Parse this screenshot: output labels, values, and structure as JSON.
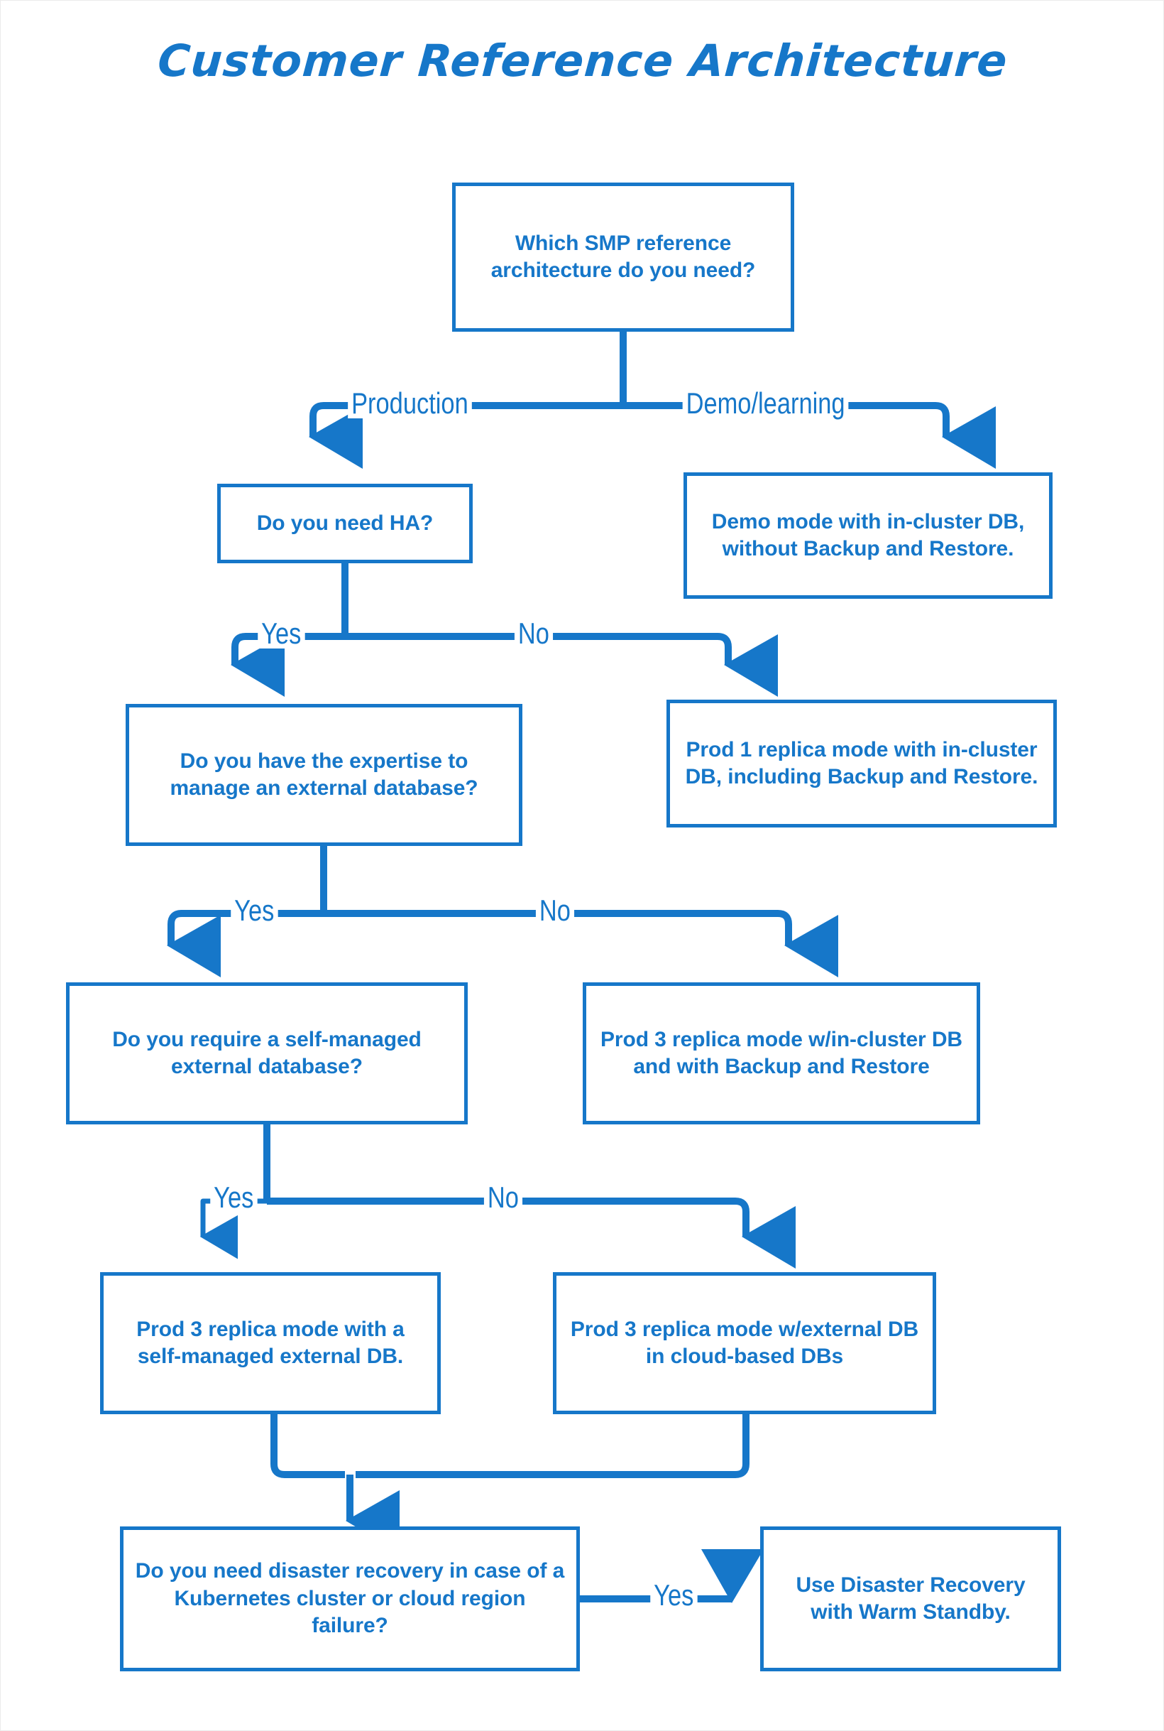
{
  "title": "Customer Reference Architecture",
  "colors": {
    "accent": "#1677c9",
    "background": "#ffffff",
    "canvas_border": "#ebebeb"
  },
  "nodes": {
    "root": "Which SMP reference architecture do you need?",
    "demo_mode": "Demo mode with in-cluster DB, without Backup and Restore.",
    "need_ha": "Do you need HA?",
    "prod1": "Prod 1 replica mode with in-cluster DB, including Backup and Restore.",
    "expertise": "Do you have the expertise to manage an external database?",
    "prod3_incluster": "Prod 3 replica mode w/in-cluster DB and with Backup and Restore",
    "self_managed_q": "Do you require a self-managed external database?",
    "prod3_selfmanaged": "Prod 3 replica mode with a self-managed external DB.",
    "prod3_cloud": "Prod 3 replica mode w/external DB in cloud-based DBs",
    "disaster_recovery_q": "Do you need disaster recovery in case of a Kubernetes cluster or cloud region failure?",
    "warm_standby": "Use Disaster Recovery with Warm Standby."
  },
  "edge_labels": {
    "production": "Production",
    "demo_learning": "Demo/learning",
    "ha_yes": "Yes",
    "ha_no": "No",
    "expertise_yes": "Yes",
    "expertise_no": "No",
    "selfmanaged_yes": "Yes",
    "selfmanaged_no": "No",
    "dr_yes": "Yes"
  },
  "chart_data": {
    "type": "flowchart",
    "title": "Customer Reference Architecture",
    "orientation": "top-down",
    "nodes": [
      {
        "id": "root",
        "kind": "decision",
        "label": "Which SMP reference architecture do you need?"
      },
      {
        "id": "demo_mode",
        "kind": "terminal",
        "label": "Demo mode with in-cluster DB, without Backup and Restore."
      },
      {
        "id": "need_ha",
        "kind": "decision",
        "label": "Do you need HA?"
      },
      {
        "id": "prod1",
        "kind": "terminal",
        "label": "Prod 1 replica mode with in-cluster DB, including Backup and Restore."
      },
      {
        "id": "expertise",
        "kind": "decision",
        "label": "Do you have the expertise to manage an external database?"
      },
      {
        "id": "prod3_incluster",
        "kind": "terminal",
        "label": "Prod 3 replica mode w/in-cluster DB and with Backup and Restore"
      },
      {
        "id": "self_managed_q",
        "kind": "decision",
        "label": "Do you require a self-managed external database?"
      },
      {
        "id": "prod3_selfmanaged",
        "kind": "terminal",
        "label": "Prod 3 replica mode with a self-managed external DB."
      },
      {
        "id": "prod3_cloud",
        "kind": "terminal",
        "label": "Prod 3 replica mode w/external DB in cloud-based DBs"
      },
      {
        "id": "disaster_recovery_q",
        "kind": "decision",
        "label": "Do you need disaster recovery in case of a Kubernetes cluster or cloud region failure?"
      },
      {
        "id": "warm_standby",
        "kind": "terminal",
        "label": "Use Disaster Recovery with Warm Standby."
      }
    ],
    "edges": [
      {
        "from": "root",
        "to": "need_ha",
        "label": "Production"
      },
      {
        "from": "root",
        "to": "demo_mode",
        "label": "Demo/learning"
      },
      {
        "from": "need_ha",
        "to": "expertise",
        "label": "Yes"
      },
      {
        "from": "need_ha",
        "to": "prod1",
        "label": "No"
      },
      {
        "from": "expertise",
        "to": "self_managed_q",
        "label": "Yes"
      },
      {
        "from": "expertise",
        "to": "prod3_incluster",
        "label": "No"
      },
      {
        "from": "self_managed_q",
        "to": "prod3_selfmanaged",
        "label": "Yes"
      },
      {
        "from": "self_managed_q",
        "to": "prod3_cloud",
        "label": "No"
      },
      {
        "from": "prod3_selfmanaged",
        "to": "disaster_recovery_q",
        "label": ""
      },
      {
        "from": "prod3_cloud",
        "to": "disaster_recovery_q",
        "label": ""
      },
      {
        "from": "disaster_recovery_q",
        "to": "warm_standby",
        "label": "Yes"
      }
    ]
  }
}
